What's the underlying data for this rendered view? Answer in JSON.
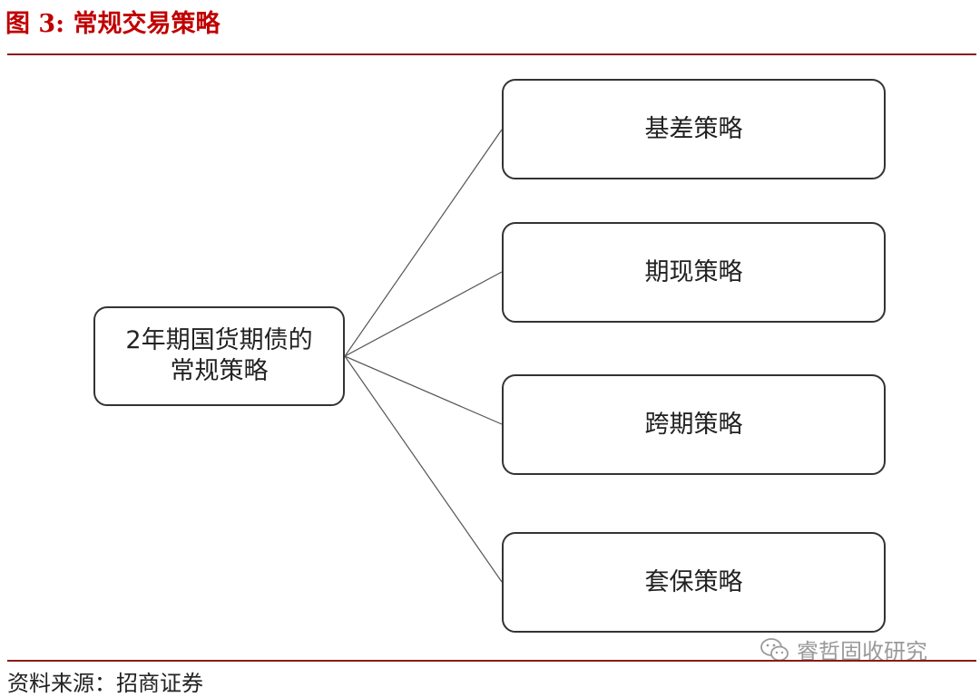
{
  "figure": {
    "title": "图 3:  常规交易策略",
    "source": "资料来源：招商证券",
    "watermark": "睿哲固收研究"
  },
  "diagram": {
    "root": {
      "line1": "2年期国货期债的",
      "line2": "常规策略"
    },
    "branches": [
      {
        "label": "基差策略"
      },
      {
        "label": "期现策略"
      },
      {
        "label": "跨期策略"
      },
      {
        "label": "套保策略"
      }
    ]
  },
  "colors": {
    "title": "#c00000",
    "rule": "#8b1a1a",
    "node_border": "#333333",
    "connector": "#555555",
    "watermark": "#9a9a9a"
  },
  "icons": {
    "watermark_icon": "wechat-icon"
  }
}
